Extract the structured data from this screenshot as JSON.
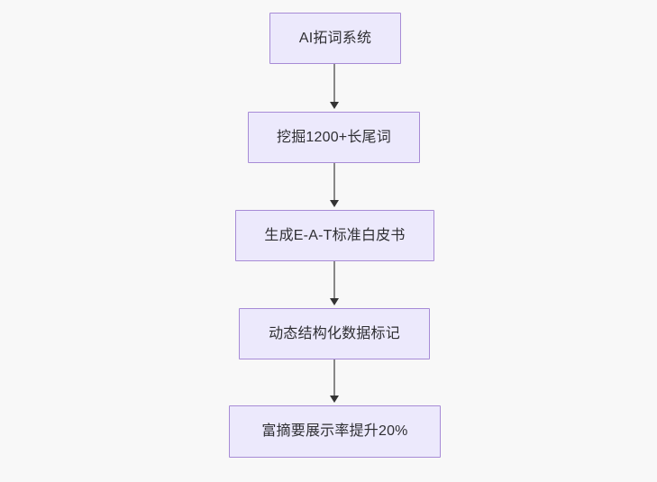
{
  "diagram": {
    "type": "flowchart",
    "orientation": "top-to-bottom",
    "background_color": "#f8f8f8",
    "node_fill_color": "#ece9fc",
    "node_border_color": "#a78bd6",
    "node_text_color": "#2f2f33",
    "connector_color": "#888888",
    "arrowhead_color": "#333333",
    "nodes": [
      {
        "id": "node-0",
        "label": "AI拓词系统"
      },
      {
        "id": "node-1",
        "label": "挖掘1200+长尾词"
      },
      {
        "id": "node-2",
        "label": "生成E-A-T标准白皮书"
      },
      {
        "id": "node-3",
        "label": "动态结构化数据标记"
      },
      {
        "id": "node-4",
        "label": "富摘要展示率提升20%"
      }
    ],
    "edges": [
      {
        "id": "edge-0",
        "from": "node-0",
        "to": "node-1",
        "arrow": "arrow-down-icon",
        "label": ""
      },
      {
        "id": "edge-1",
        "from": "node-1",
        "to": "node-2",
        "arrow": "arrow-down-icon",
        "label": ""
      },
      {
        "id": "edge-2",
        "from": "node-2",
        "to": "node-3",
        "arrow": "arrow-down-icon",
        "label": ""
      },
      {
        "id": "edge-3",
        "from": "node-3",
        "to": "node-4",
        "arrow": "arrow-down-icon",
        "label": ""
      }
    ]
  }
}
